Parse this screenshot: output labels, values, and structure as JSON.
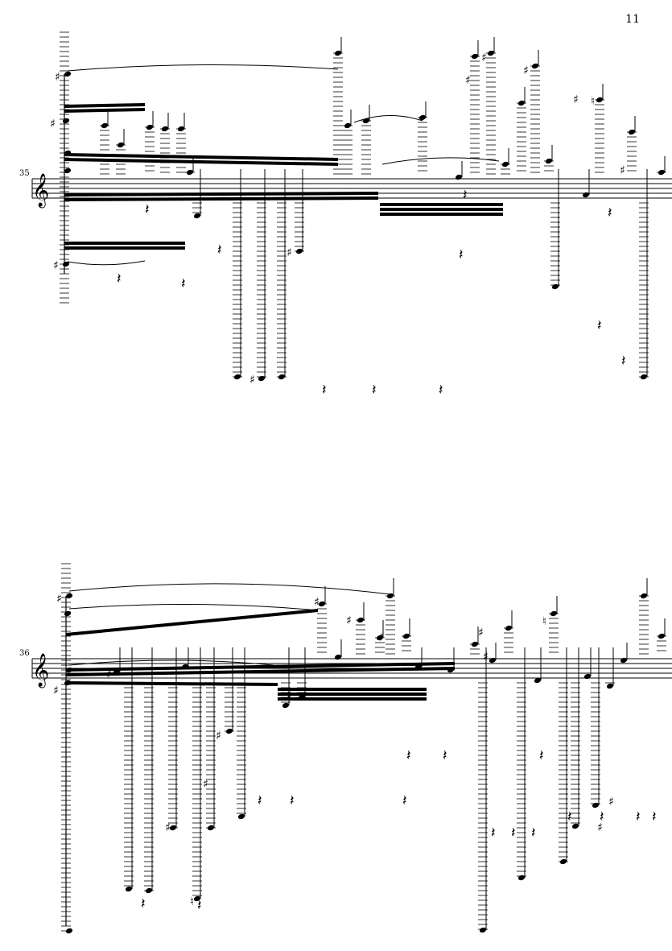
{
  "page": {
    "number": "11"
  },
  "systems": [
    {
      "measure_number": "35"
    },
    {
      "measure_number": "36"
    }
  ],
  "glyphs": {
    "sharp": "♯",
    "natural": "♮",
    "rest": "𝄽",
    "treble_clef": "𝄞"
  }
}
